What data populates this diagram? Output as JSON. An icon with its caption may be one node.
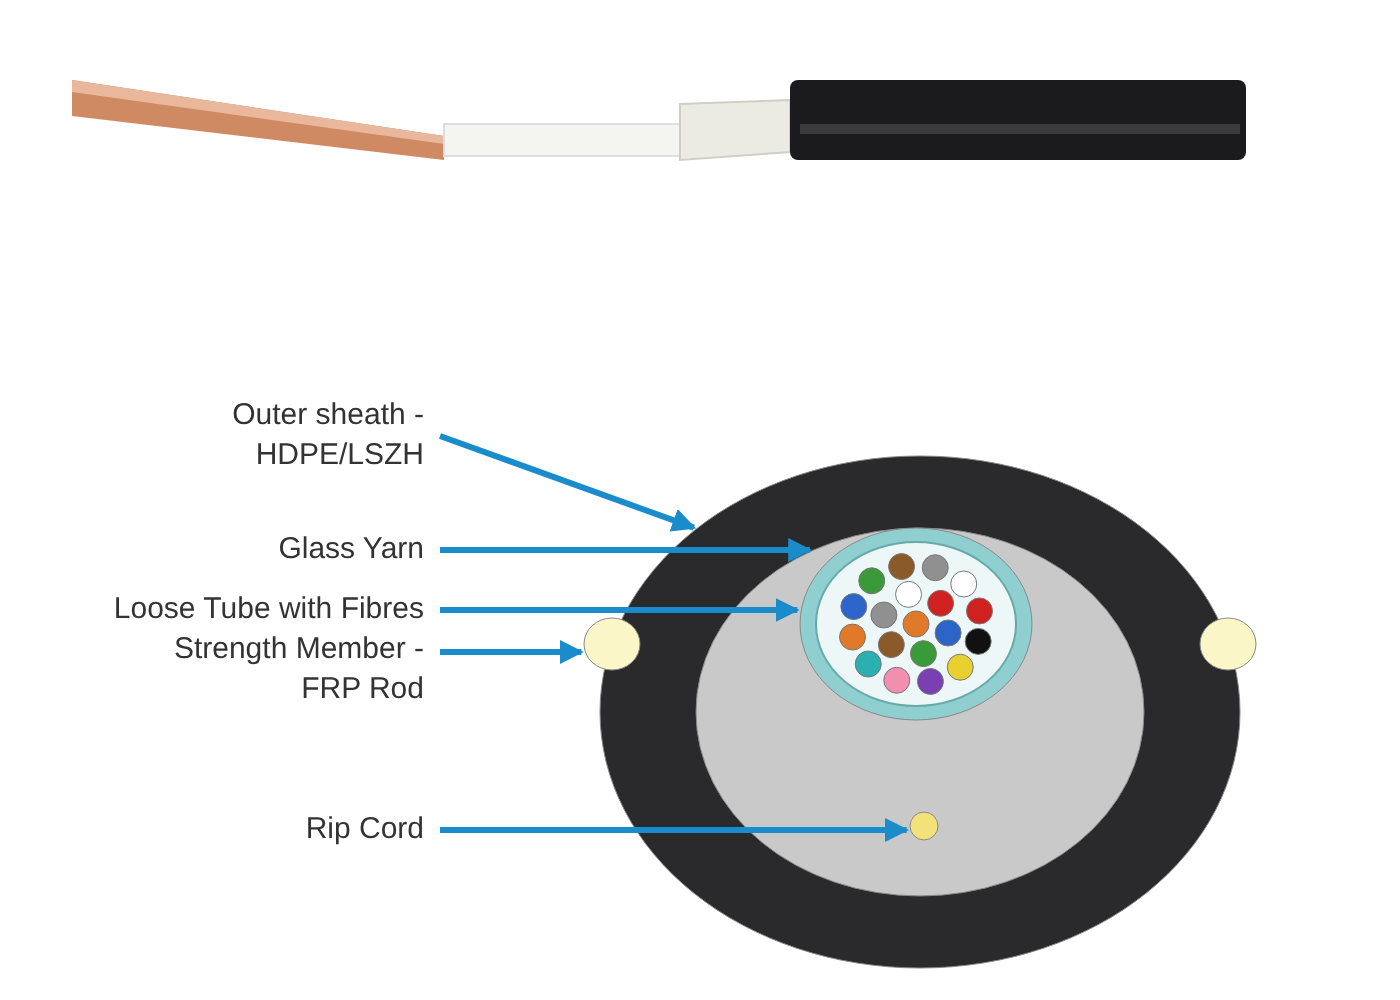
{
  "diagram": {
    "nodes": [
      {
        "text": [
          "Outer sheath - HDPE/LSZH"
        ]
      },
      {
        "text": [
          "Glass Yarn"
        ]
      },
      {
        "text": [
          "Loose Tube with Fibres"
        ]
      },
      {
        "text": [
          "Strength Member - FRP Rod"
        ]
      },
      {
        "text": [
          "Rip Cord"
        ]
      },
      {
        "text": [],
        "shape": "circle"
      },
      {
        "text": [],
        "shape": "circle",
        "in": 5
      },
      {
        "text": [],
        "shape": "circle",
        "in": 6
      },
      {
        "text": [],
        "shape": "circle",
        "in": 5
      },
      {
        "text": [],
        "shape": "circle",
        "in": 6
      },
      {
        "text": [],
        "shape": "circle",
        "in": 5
      }
    ],
    "edges": [
      {
        "from": 0,
        "to": 5,
        "arrow": "to"
      },
      {
        "from": 1,
        "to": 6,
        "arrow": "to"
      },
      {
        "from": 2,
        "to": 7,
        "arrow": "to"
      },
      {
        "from": 3,
        "to": 8,
        "arrow": "to"
      },
      {
        "from": 4,
        "to": 9,
        "arrow": "to"
      }
    ]
  }
}
